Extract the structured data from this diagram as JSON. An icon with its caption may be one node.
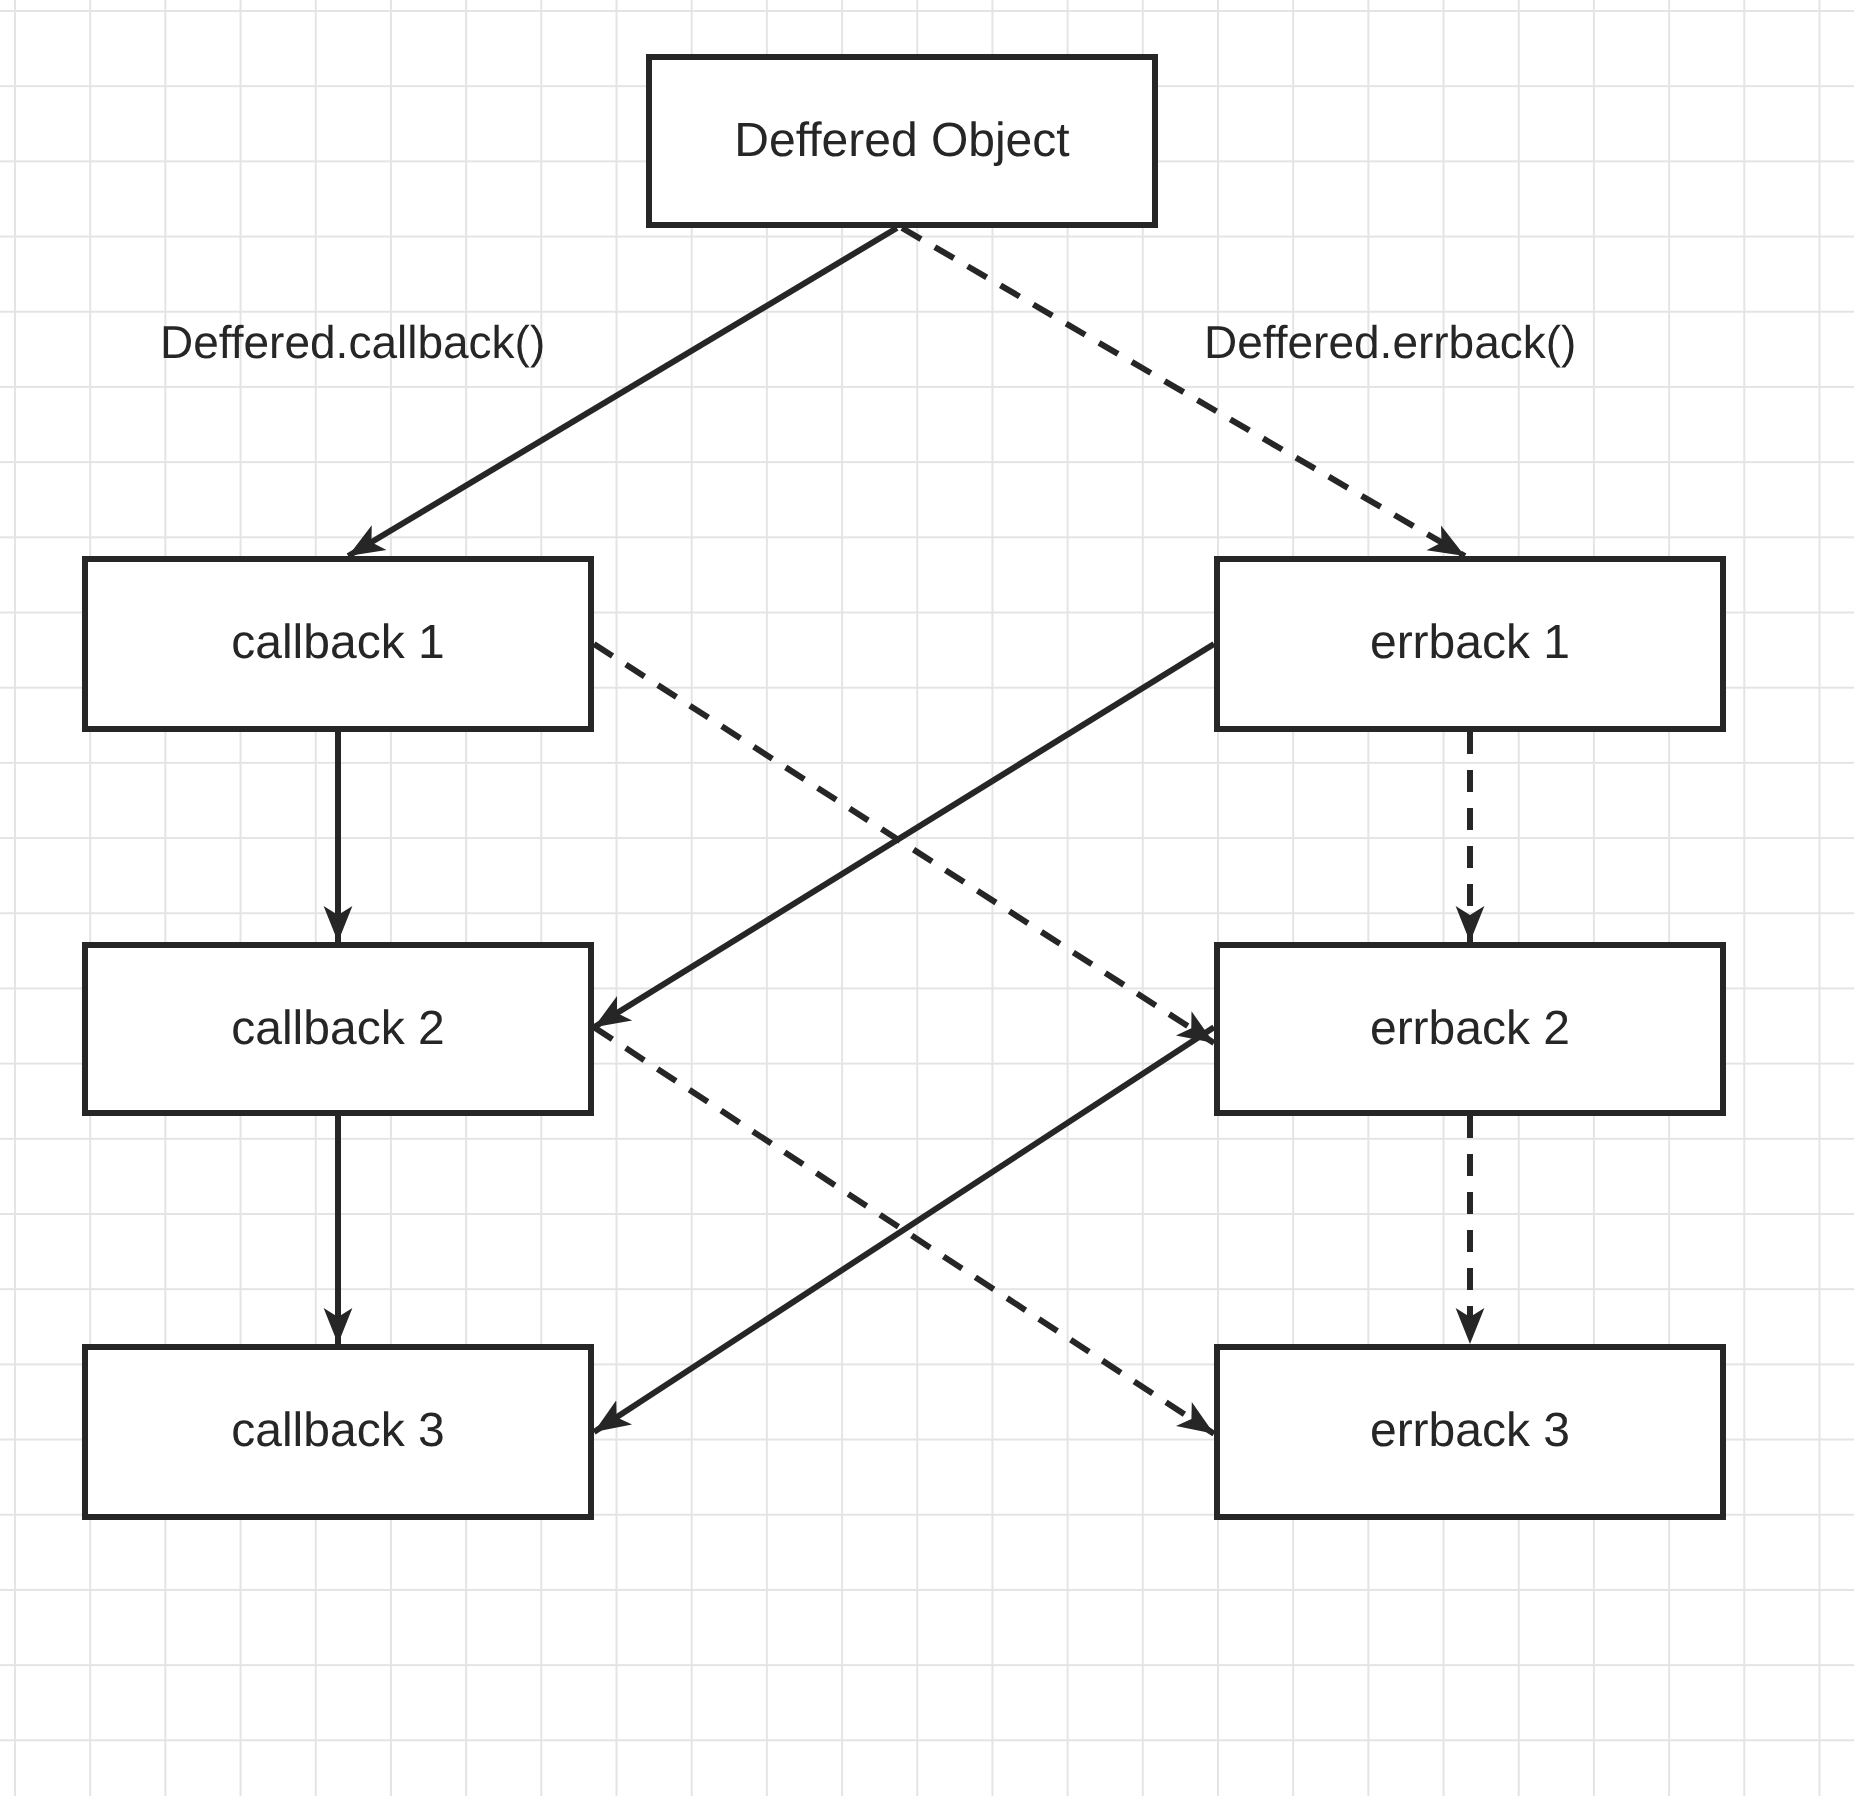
{
  "diagram": {
    "nodes": [
      {
        "text": [
          "Deffered Object"
        ]
      },
      {
        "text": [
          "callback 1"
        ]
      },
      {
        "text": [
          "errback 1"
        ]
      },
      {
        "text": [
          "callback 2"
        ]
      },
      {
        "text": [
          "errback 2"
        ]
      },
      {
        "text": [
          "callback 3"
        ]
      },
      {
        "text": [
          "errback 3"
        ]
      }
    ],
    "edges": [
      {
        "from": 0,
        "to": 1,
        "arrow": "to",
        "label": "Deffered.callback()"
      },
      {
        "from": 0,
        "to": 2,
        "arrow": "to",
        "label": "Deffered.errback()",
        "style": "dashed"
      },
      {
        "from": 1,
        "to": 3,
        "arrow": "to"
      },
      {
        "from": 1,
        "to": 4,
        "arrow": "to",
        "style": "dashed"
      },
      {
        "from": 2,
        "to": 3,
        "arrow": "to"
      },
      {
        "from": 2,
        "to": 4,
        "arrow": "to",
        "style": "dashed"
      },
      {
        "from": 3,
        "to": 5,
        "arrow": "to"
      },
      {
        "from": 3,
        "to": 6,
        "arrow": "to",
        "style": "dashed"
      },
      {
        "from": 4,
        "to": 5,
        "arrow": "to"
      },
      {
        "from": 4,
        "to": 6,
        "arrow": "to",
        "style": "dashed"
      }
    ]
  }
}
